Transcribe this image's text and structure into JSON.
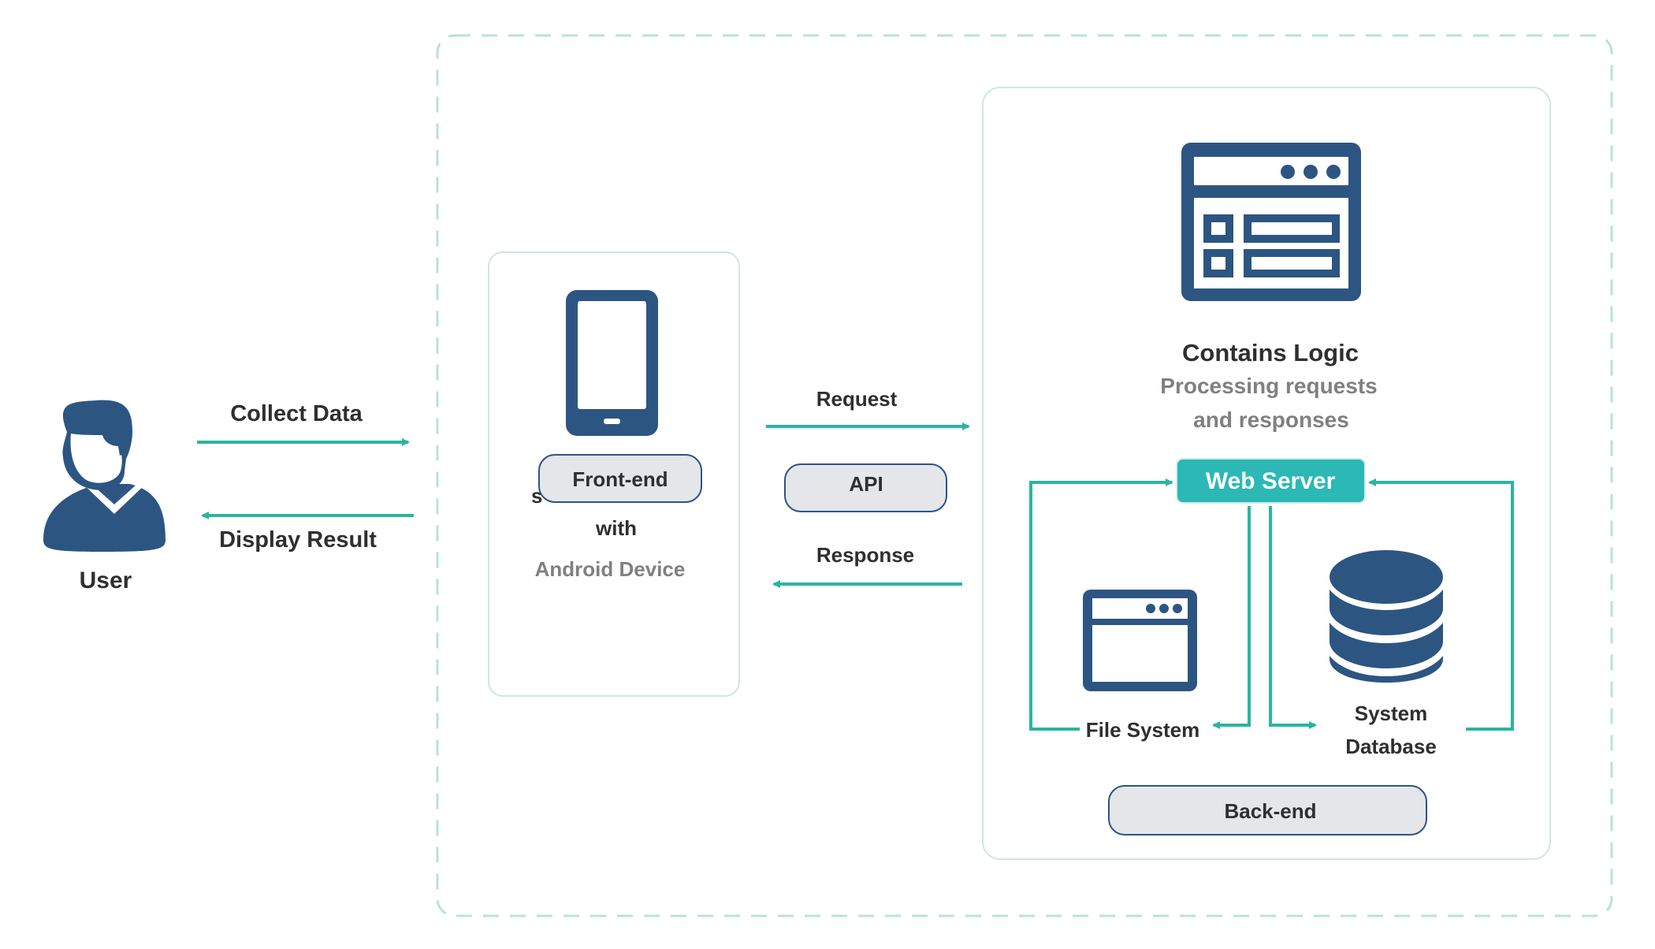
{
  "user": {
    "label": "User"
  },
  "edges": {
    "collect_data": "Collect Data",
    "display_result": "Display Result",
    "request": "Request",
    "response": "Response"
  },
  "frontend": {
    "occluded_line_start": "s",
    "with": "with",
    "device": "Android Device",
    "badge": "Front-end"
  },
  "api": {
    "badge": "API"
  },
  "backend": {
    "title": "Contains Logic",
    "subtitle_line1": "Processing requests",
    "subtitle_line2": "and responses",
    "web_server": "Web Server",
    "file_system": "File System",
    "database_line1": "System",
    "database_line2": "Database",
    "badge": "Back-end"
  },
  "colors": {
    "accent": "#2ab5a0",
    "web_server_fill": "#2cb8b4",
    "icon_navy": "#2d5582",
    "badge_fill": "#e4e6ea",
    "badge_stroke": "#2d5582",
    "boundary": "#b7e3d8",
    "panel_border": "#cfe7df"
  },
  "icons": {
    "user": "person-icon",
    "phone": "smartphone-icon",
    "server_window": "browser-window-icon",
    "file_system": "browser-window-icon",
    "database": "database-icon"
  }
}
